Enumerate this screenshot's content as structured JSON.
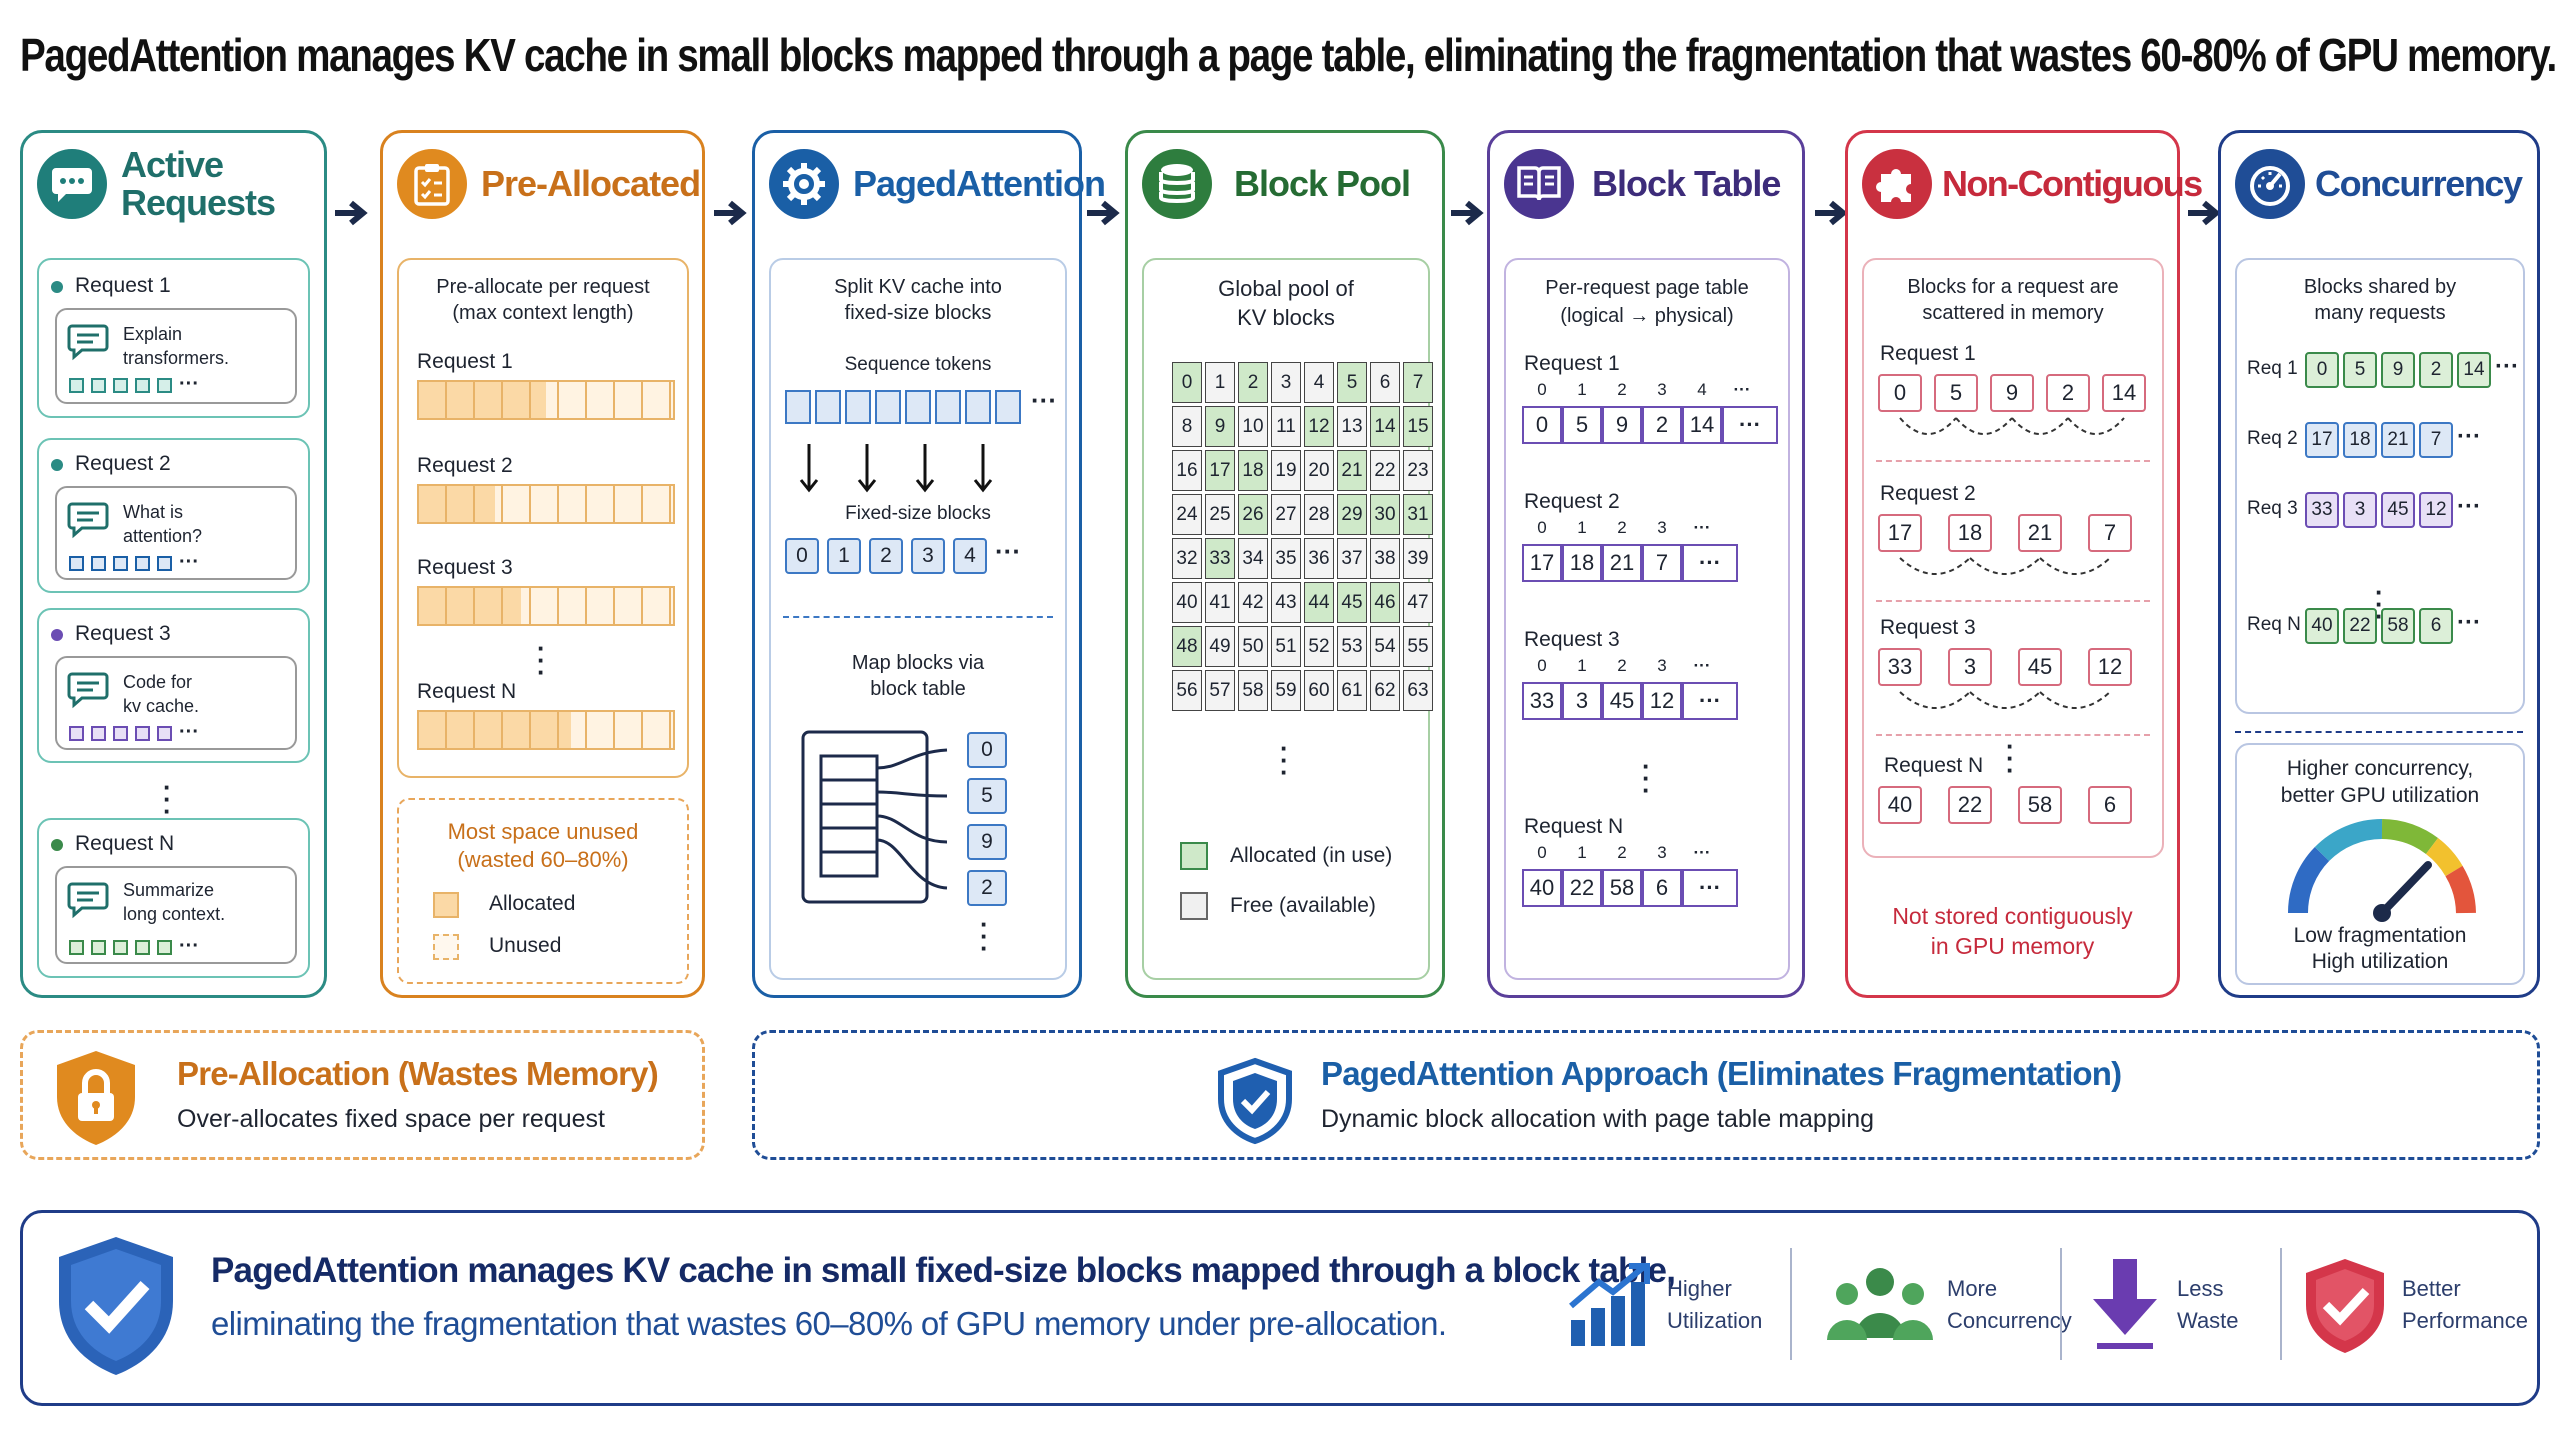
{
  "title": "PagedAttention manages KV cache in small blocks mapped through a page table, eliminating the fragmentation that wastes 60-80% of GPU memory.",
  "colors": {
    "teal": "#2b8b84",
    "orange": "#d9821f",
    "blue": "#1a5fa6",
    "green": "#3a8a4a",
    "purple": "#5a3f9a",
    "red": "#d4364a",
    "navy": "#1f3c88"
  },
  "panels": {
    "active": {
      "title": "Active Requests",
      "requests": [
        {
          "label": "Request 1",
          "text1": "Explain",
          "text2": "transformers."
        },
        {
          "label": "Request 2",
          "text1": "What is",
          "text2": "attention?"
        },
        {
          "label": "Request 3",
          "text1": "Code for",
          "text2": "kv cache."
        },
        {
          "label": "Request N",
          "text1": "Summarize",
          "text2": "long context."
        }
      ]
    },
    "prealloc": {
      "title": "Pre-Allocated",
      "subtitle1": "Pre-allocate per request",
      "subtitle2": "(max context length)",
      "requests": [
        "Request 1",
        "Request 2",
        "Request 3",
        "Request N"
      ],
      "fill_fraction": [
        0.5,
        0.3,
        0.4,
        0.6
      ],
      "note1": "Most space unused",
      "note2": "(wasted 60–80%)",
      "legend": [
        "Allocated",
        "Unused"
      ]
    },
    "paged": {
      "title": "PagedAttention",
      "subtitle1": "Split KV cache into",
      "subtitle2": "fixed-size blocks",
      "seq_label": "Sequence tokens",
      "blocks_label": "Fixed-size blocks",
      "blocks": [
        "0",
        "1",
        "2",
        "3",
        "4"
      ],
      "map1": "Map blocks via",
      "map2": "block table",
      "mapped": [
        "0",
        "5",
        "9",
        "2"
      ]
    },
    "pool": {
      "title": "Block Pool",
      "subtitle1": "Global pool of",
      "subtitle2": "KV blocks",
      "cells": [
        "0",
        "1",
        "2",
        "3",
        "4",
        "5",
        "6",
        "7",
        "8",
        "9",
        "10",
        "11",
        "12",
        "13",
        "14",
        "15",
        "16",
        "17",
        "18",
        "19",
        "20",
        "21",
        "22",
        "23",
        "24",
        "25",
        "26",
        "27",
        "28",
        "29",
        "30",
        "31",
        "32",
        "33",
        "34",
        "35",
        "36",
        "37",
        "38",
        "39",
        "40",
        "41",
        "42",
        "43",
        "44",
        "45",
        "46",
        "47",
        "48",
        "49",
        "50",
        "51",
        "52",
        "53",
        "54",
        "55",
        "56",
        "57",
        "58",
        "59",
        "60",
        "61",
        "62",
        "63"
      ],
      "allocated": [
        0,
        2,
        5,
        7,
        9,
        12,
        14,
        15,
        17,
        18,
        21,
        26,
        29,
        30,
        31,
        33,
        44,
        45,
        46,
        48
      ],
      "legend": [
        "Allocated (in use)",
        "Free (available)"
      ]
    },
    "table": {
      "title": "Block Table",
      "subtitle1": "Per-request page table",
      "subtitle2": "(logical → physical)",
      "rows": [
        {
          "label": "Request 1",
          "idx": [
            "0",
            "1",
            "2",
            "3",
            "4"
          ],
          "vals": [
            "0",
            "5",
            "9",
            "2",
            "14"
          ]
        },
        {
          "label": "Request 2",
          "idx": [
            "0",
            "1",
            "2",
            "3"
          ],
          "vals": [
            "17",
            "18",
            "21",
            "7"
          ]
        },
        {
          "label": "Request 3",
          "idx": [
            "0",
            "1",
            "2",
            "3"
          ],
          "vals": [
            "33",
            "3",
            "45",
            "12"
          ]
        },
        {
          "label": "Request N",
          "idx": [
            "0",
            "1",
            "2",
            "3"
          ],
          "vals": [
            "40",
            "22",
            "58",
            "6"
          ]
        }
      ]
    },
    "noncontig": {
      "title": "Non-Contiguous",
      "subtitle1": "Blocks for a request are",
      "subtitle2": "scattered in memory",
      "rows": [
        {
          "label": "Request 1",
          "vals": [
            "0",
            "5",
            "9",
            "2",
            "14"
          ]
        },
        {
          "label": "Request 2",
          "vals": [
            "17",
            "18",
            "21",
            "7"
          ]
        },
        {
          "label": "Request 3",
          "vals": [
            "33",
            "3",
            "45",
            "12"
          ]
        },
        {
          "label": "Request N",
          "vals": [
            "40",
            "22",
            "58",
            "6"
          ]
        }
      ],
      "note1": "Not stored contiguously",
      "note2": "in GPU memory"
    },
    "concurrency": {
      "title": "Concurrency",
      "subtitle1": "Blocks shared by",
      "subtitle2": "many requests",
      "rows": [
        {
          "label": "Req 1",
          "vals": [
            "0",
            "5",
            "9",
            "2",
            "14"
          ]
        },
        {
          "label": "Req 2",
          "vals": [
            "17",
            "18",
            "21",
            "7"
          ]
        },
        {
          "label": "Req 3",
          "vals": [
            "33",
            "3",
            "45",
            "12"
          ]
        },
        {
          "label": "Req N",
          "vals": [
            "40",
            "22",
            "58",
            "6"
          ]
        }
      ],
      "gauge_top1": "Higher concurrency,",
      "gauge_top2": "better GPU utilization",
      "gauge_bot1": "Low fragmentation",
      "gauge_bot2": "High utilization"
    }
  },
  "compare": {
    "left": {
      "title": "Pre-Allocation (Wastes Memory)",
      "text": "Over-allocates fixed space per request"
    },
    "right": {
      "title": "PagedAttention Approach (Eliminates Fragmentation)",
      "text": "Dynamic block allocation with page table mapping"
    }
  },
  "summary": {
    "line1": "PagedAttention manages KV cache in small fixed-size blocks mapped through a block table,",
    "line2": "eliminating the fragmentation that wastes 60–80% of GPU memory under pre-allocation.",
    "features": [
      {
        "l1": "Higher",
        "l2": "Utilization",
        "icon": "bar-chart-up-icon"
      },
      {
        "l1": "More",
        "l2": "Concurrency",
        "icon": "people-group-icon"
      },
      {
        "l1": "Less",
        "l2": "Waste",
        "icon": "down-arrow-icon"
      },
      {
        "l1": "Better",
        "l2": "Performance",
        "icon": "shield-check-icon"
      }
    ]
  }
}
